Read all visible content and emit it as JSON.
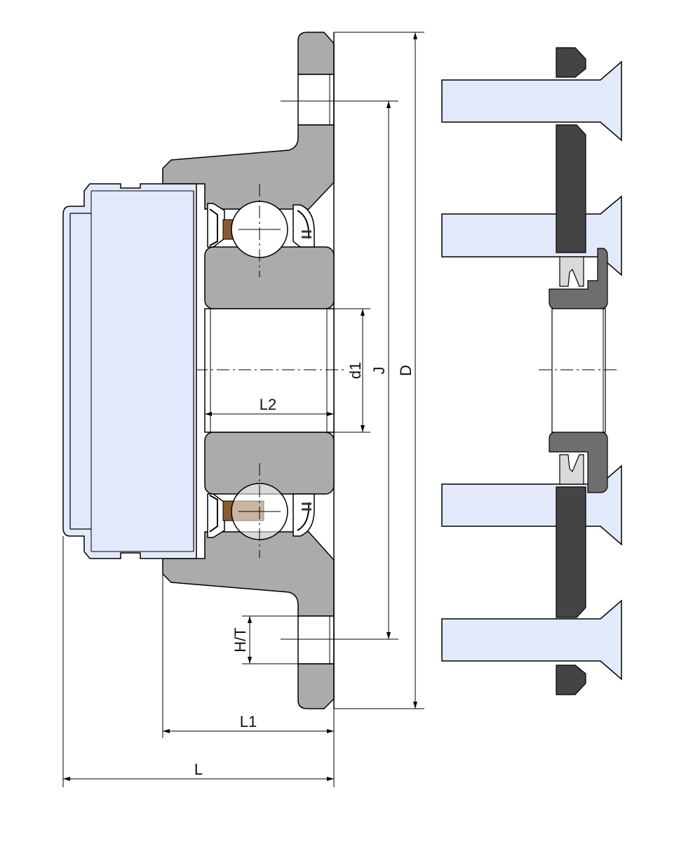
{
  "colors": {
    "housing": "#ababab",
    "insert_blue": "#e2e9fb",
    "ball": "#ffffff",
    "lock_brown": "#8a5a2e",
    "gasket_dark": "#444444",
    "outline": "#000000"
  },
  "dimensions": {
    "L": "L",
    "L1": "L1",
    "L2": "L2",
    "d1": "d1",
    "J": "J",
    "D": "D",
    "HT": "H/T"
  }
}
